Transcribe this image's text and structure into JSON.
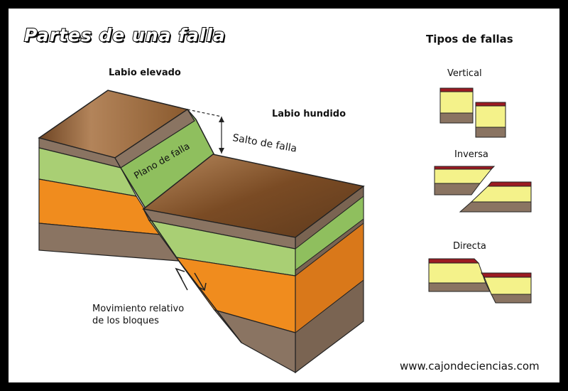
{
  "title": "Partes de una falla",
  "labels": {
    "labio_elevado": "Labio elevado",
    "labio_hundido": "Labio hundido",
    "salto_de_falla": "Salto de falla",
    "plano_de_falla": "Plano de falla",
    "movimiento_line1": "Movimiento relativo",
    "movimiento_line2": "de los bloques"
  },
  "types": {
    "heading": "Tipos de fallas",
    "vertical": "Vertical",
    "inversa": "Inversa",
    "directa": "Directa"
  },
  "website": "www.cajondeciencias.com",
  "colors": {
    "border": "#000000",
    "top_surface": "#8a5a2e",
    "top_dark": "#5e3a1d",
    "brown_layer": "#8a7462",
    "green_layer": "#a9cf74",
    "orange_layer": "#f08c1e",
    "fault_plane_green": "#8fbf5e",
    "yellow_layer": "#f4f28a",
    "red_layer": "#9c1b22"
  }
}
